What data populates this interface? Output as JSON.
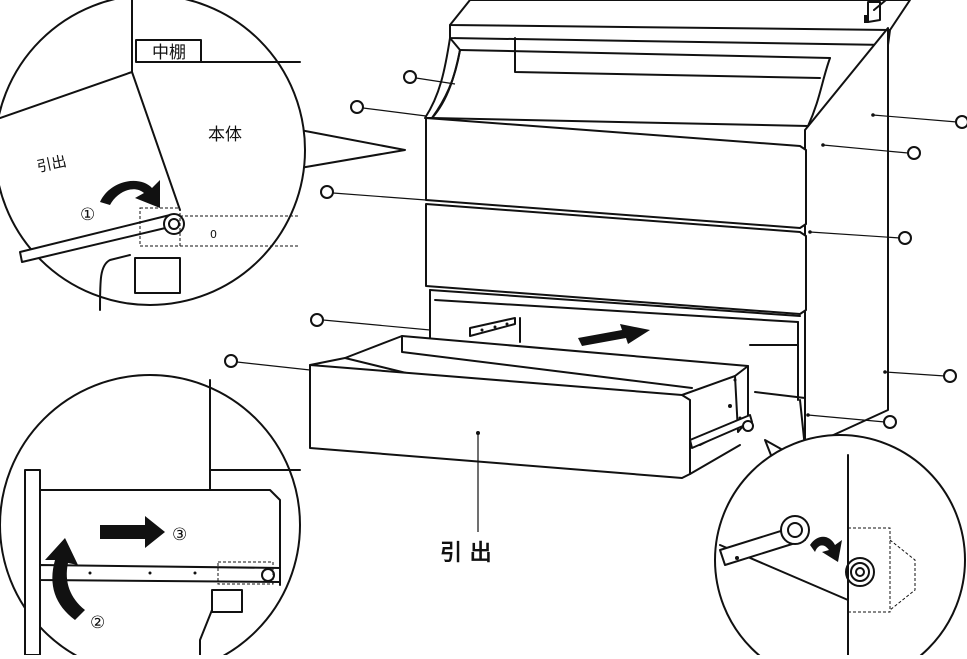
{
  "labels": {
    "naka_tana": "中棚",
    "hontai": "本体",
    "hikidashi_small": "引出",
    "hikidashi_main": "引 出",
    "step1": "①",
    "step2": "②",
    "step3": "③",
    "zero_mark": "0"
  }
}
